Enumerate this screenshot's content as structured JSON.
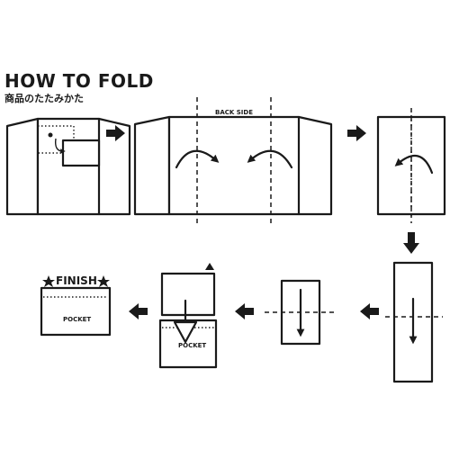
{
  "header": {
    "title": "HOW TO FOLD",
    "subtitle": "商品のたたみかた"
  },
  "steps": {
    "back_side_label": "BACK SIDE",
    "pocket_label": "POCKET",
    "finish_label": "FINISH",
    "finish_pocket_label": "POCKET"
  },
  "colors": {
    "ink": "#1a1a1a",
    "background": "#ffffff"
  }
}
